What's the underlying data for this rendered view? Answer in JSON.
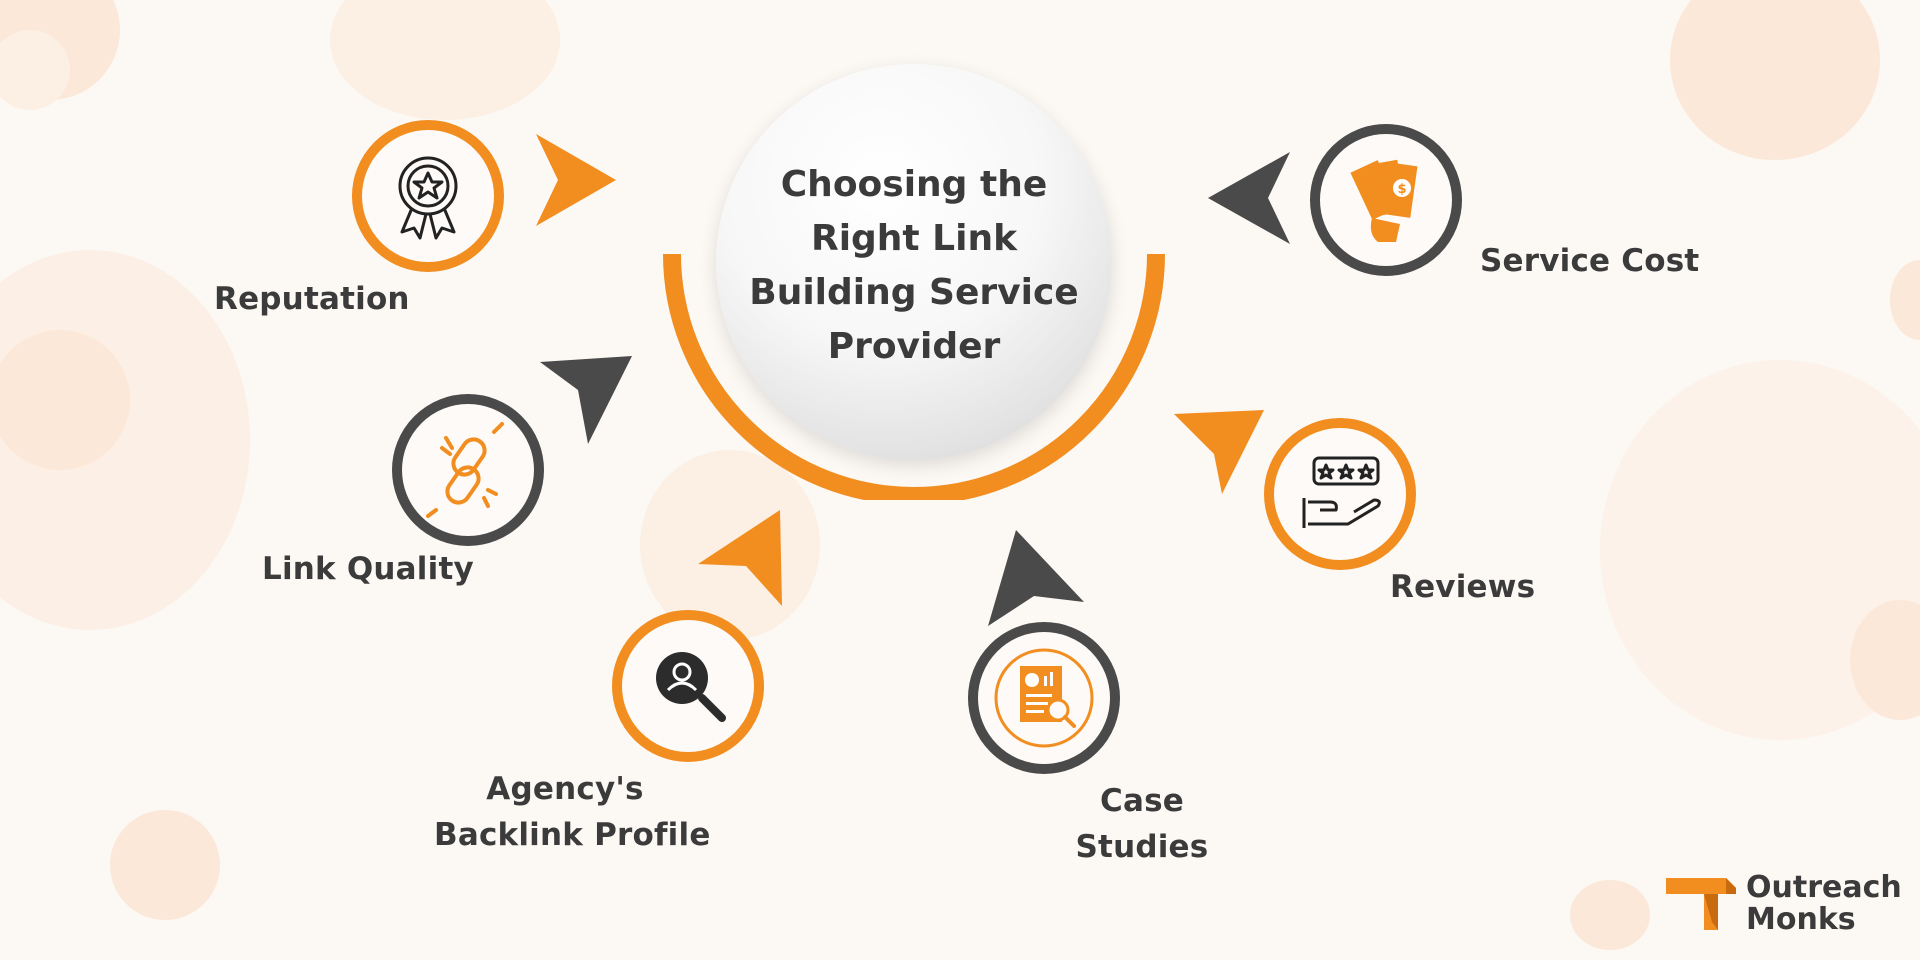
{
  "center": {
    "title_lines": [
      "Choosing the",
      "Right Link",
      "Building Service",
      "Provider"
    ]
  },
  "items": [
    {
      "label": "Reputation",
      "icon": "award-ribbon-icon",
      "ring_color": "#f28d1f"
    },
    {
      "label": "Link Quality",
      "icon": "broken-link-icon",
      "ring_color": "#4a4a4a"
    },
    {
      "label_lines": [
        "Agency's",
        "Backlink Profile"
      ],
      "icon": "user-search-icon",
      "ring_color": "#f28d1f"
    },
    {
      "label_lines": [
        "Case",
        "Studies"
      ],
      "icon": "report-search-icon",
      "ring_color": "#4a4a4a"
    },
    {
      "label": "Reviews",
      "icon": "review-hand-icon",
      "ring_color": "#f28d1f"
    },
    {
      "label": "Service Cost",
      "icon": "money-hand-icon",
      "ring_color": "#4a4a4a"
    }
  ],
  "brand": {
    "name_lines": [
      "Outreach",
      "Monks"
    ],
    "icon": "outreach-monks-logo-icon"
  },
  "colors": {
    "accent": "#f28d1f",
    "dark": "#4a4a4a",
    "text": "#3b3b3b",
    "background": "#fcf8f4"
  }
}
